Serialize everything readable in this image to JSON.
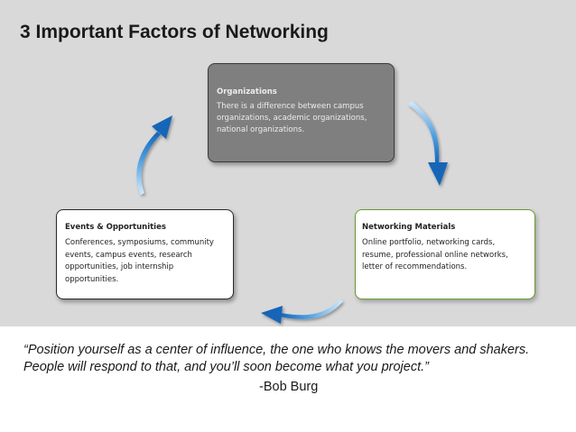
{
  "title": "3 Important Factors of Networking",
  "factors": [
    {
      "title": "Organizations",
      "body": "There is a difference between campus organizations, academic organizations, national organizations."
    },
    {
      "title": "Networking Materials",
      "body": "Online portfolio, networking cards, resume, professional online networks, letter of recommendations."
    },
    {
      "title": "Events & Opportunities",
      "body": "Conferences, symposiums, community events, campus events, research opportunities, job internship opportunities."
    }
  ],
  "quote": {
    "text": "“Position yourself as a center of influence, the one who knows the movers and shakers. People will respond to that, and you’ll soon become what you project.”",
    "author": "-Bob Burg"
  },
  "colors": {
    "slide_background": "#d9d9d9",
    "organizations_box": "#7f7f7f",
    "materials_border": "#6a9a2f",
    "arrow_light": "#a9d3f5",
    "arrow_dark": "#1565b8"
  },
  "icons": [
    "curved-arrow-icon",
    "curved-arrow-icon",
    "curved-arrow-icon"
  ]
}
